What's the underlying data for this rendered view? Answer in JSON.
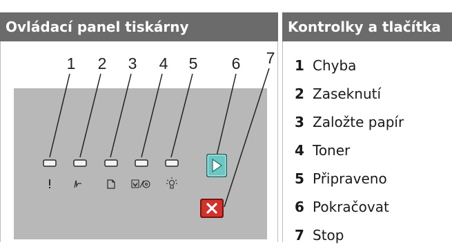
{
  "header": {
    "left": "Ovládací panel tiskárny",
    "right": "Kontrolky a tlačítka"
  },
  "callouts": [
    "1",
    "2",
    "3",
    "4",
    "5",
    "6",
    "7"
  ],
  "legend": [
    {
      "num": "1",
      "label": "Chyba"
    },
    {
      "num": "2",
      "label": "Zaseknutí"
    },
    {
      "num": "3",
      "label": "Založte papír"
    },
    {
      "num": "4",
      "label": "Toner"
    },
    {
      "num": "5",
      "label": "Připraveno"
    },
    {
      "num": "6",
      "label": "Pokračovat"
    },
    {
      "num": "7",
      "label": "Stop"
    }
  ],
  "icons": [
    "error-icon",
    "paper-jam-icon",
    "load-paper-icon",
    "toner-icon",
    "ready-icon",
    "continue-icon",
    "stop-icon"
  ],
  "colors": {
    "header": "#6b6b6b",
    "panel": "#b8b8b8",
    "continue": "#6cc7c2",
    "stop": "#d2322c"
  }
}
